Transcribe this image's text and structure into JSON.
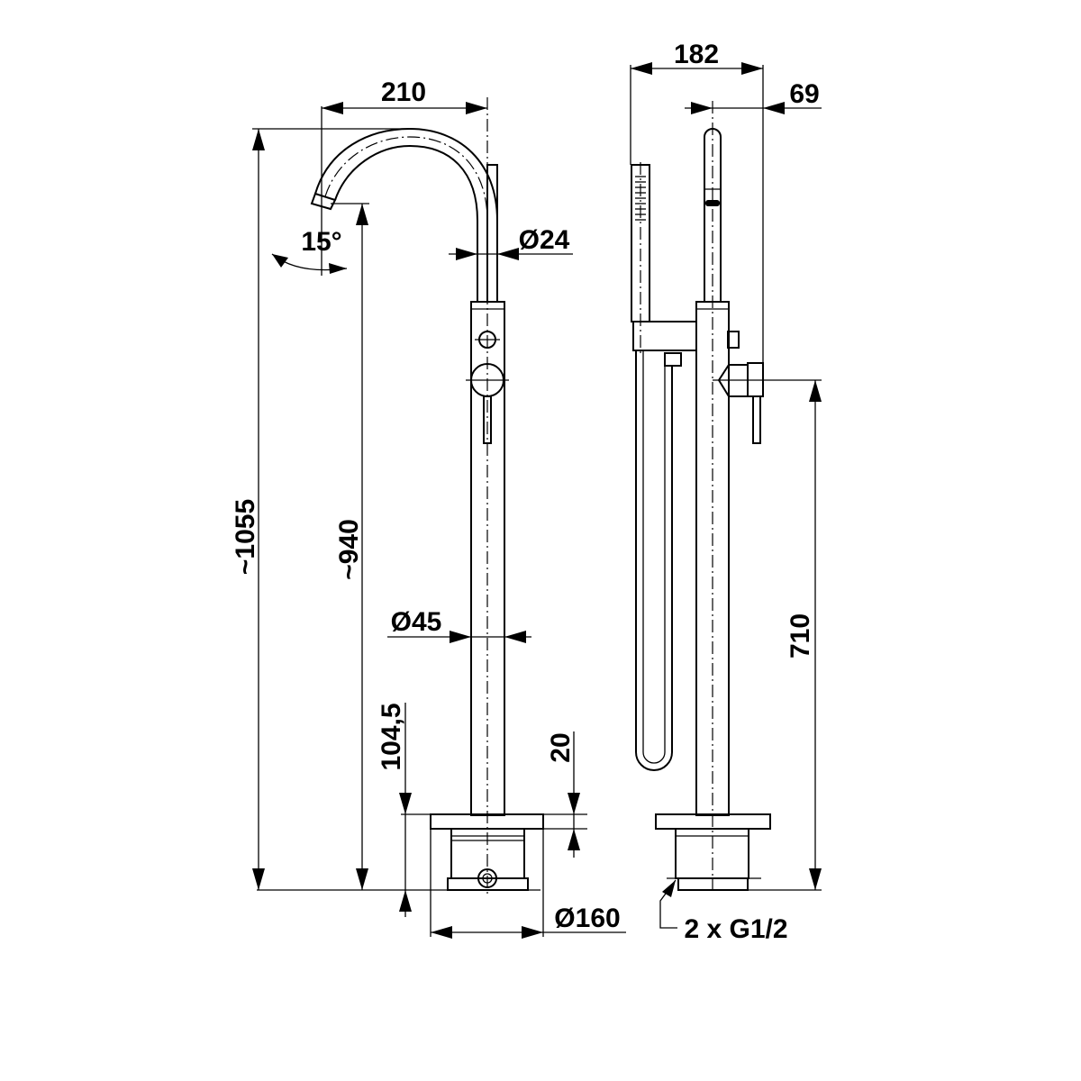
{
  "dimensions": {
    "spout_reach": "210",
    "overall_width": "182",
    "lever_offset": "69",
    "spout_diameter": "Ø24",
    "spout_angle": "15°",
    "total_height": "~1055",
    "outlet_height": "~940",
    "column_diameter": "Ø45",
    "base_height": "104,5",
    "plate_thickness": "20",
    "base_diameter": "Ø160",
    "lever_height": "710",
    "connections": "2 x G1/2"
  },
  "colors": {
    "line": "#000000",
    "background": "#ffffff"
  }
}
